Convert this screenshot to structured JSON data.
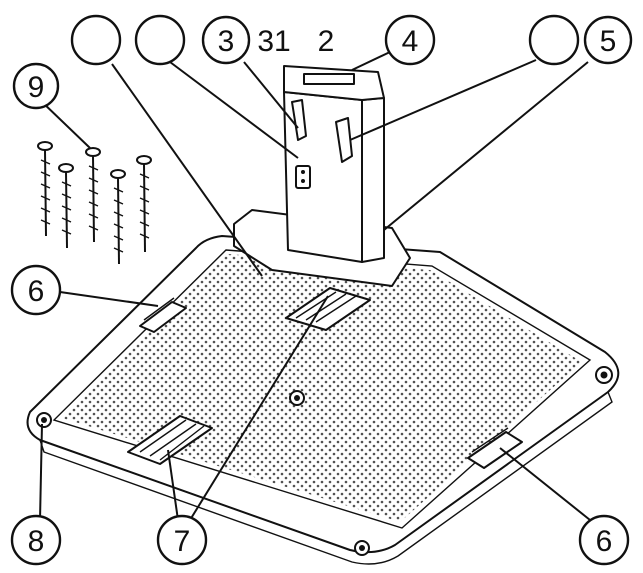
{
  "figure": {
    "callouts": [
      {
        "id": "c-blank-1",
        "label": ""
      },
      {
        "id": "c-blank-2",
        "label": ""
      },
      {
        "id": "c-3",
        "label": "3"
      },
      {
        "id": "c-4",
        "label": "4"
      },
      {
        "id": "c-blank-3",
        "label": ""
      },
      {
        "id": "c-5",
        "label": "5"
      },
      {
        "id": "c-9",
        "label": "9"
      },
      {
        "id": "c-6-left",
        "label": "6"
      },
      {
        "id": "c-8",
        "label": "8"
      },
      {
        "id": "c-7",
        "label": "7"
      },
      {
        "id": "c-6-right",
        "label": "6"
      }
    ],
    "floating_labels": {
      "label_31": "31",
      "label_2": "2"
    }
  }
}
